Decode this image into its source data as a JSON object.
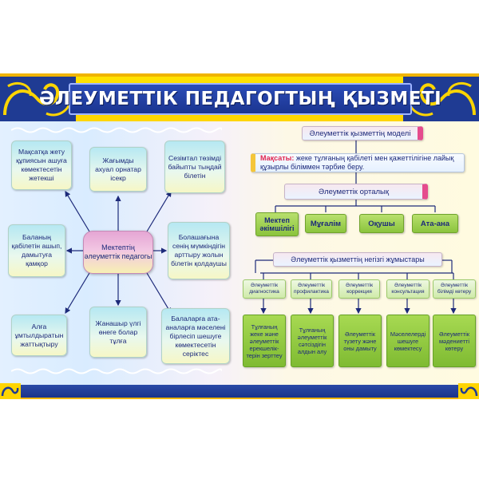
{
  "title": "ӘЛЕУМЕТТІК ПЕДАГОГТЫҢ ҚЫЗМЕТІ",
  "colors": {
    "header_yellow": "#ffd500",
    "title_blue": "#1b3590",
    "ornament_blue": "#1f3b93",
    "green": "#8bc43d",
    "accent_pink": "#e54b8d",
    "text_navy": "#1d2a7a"
  },
  "left_diagram": {
    "center": "Мектептің әлеуметтік педагогы",
    "boxes": [
      "Мақсатқа жету құпиясын ашуға көмектесетін жетекші",
      "Жағымды ахуал орнатар ісекр",
      "Сезімтал төзімді байыпты тыңдай білетін",
      "Баланың қабілетін ашып, дамытуға қамқор",
      "Болашағына сенің мүмкіндігін арттыру жолын білетін қолдаушы",
      "Алға ұмтылдыратын жаттықтыру",
      "Жанашыр үлгі өнеге болар тұлға",
      "Балаларға ата-аналарға мәселені бірлесіп шешуге көмектесетін серіктес"
    ]
  },
  "right_tree": {
    "model_title": "Әлеуметтік қызметтің моделі",
    "goal_label": "Мақсаты:",
    "goal_text": " жеке тұлғаның қабілеті мен қажеттілігіне лайық құзырлы біліммен тәрбие беру.",
    "center_title": "Әлеуметтік орталық",
    "members": [
      "Мектеп әкімшілігі",
      "Мұғалім",
      "Оқушы",
      "Ата-ана"
    ],
    "works_title": "Әлеуметтік қызметтің негізгі жұмыстары",
    "works": [
      "Әлеуметтік диагностика",
      "Әлеуметтік профилактика",
      "Әлеуметтік коррекция",
      "Әлеуметтік консультация",
      "Әлеуметтік білімді көтеру"
    ],
    "outcomes": [
      "Тұлғаның жеке және әлеуметтік ерекшелік-терін зерттеу",
      "Тұлғаның әлеуметтік сәтсіздігін алдын алу",
      "Әлеуметтік түзету және оны дамыту",
      "Мәселелерді шешуге көмектесу",
      "Әлеуметтік мәдениетті көтеру"
    ]
  },
  "icons": {
    "corner_ornament": "kazakh-ornament-icon",
    "border_ornament": "ornament-strip-icon"
  }
}
